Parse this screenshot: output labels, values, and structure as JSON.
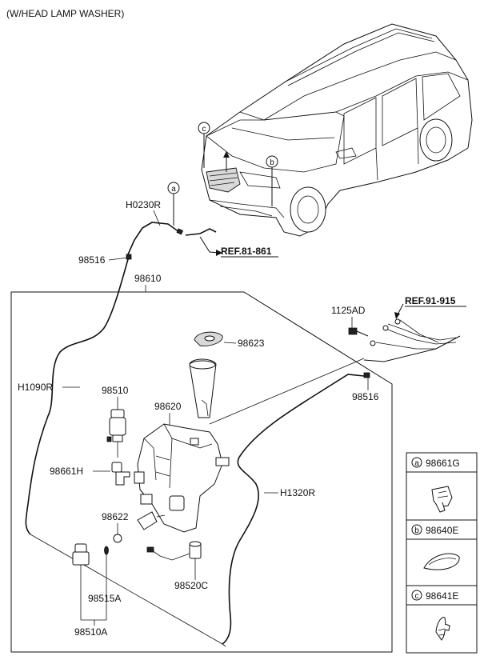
{
  "header": {
    "title": "(W/HEAD LAMP WASHER)"
  },
  "labels": {
    "h0230r": "H0230R",
    "p98516_top": "98516",
    "p98610": "98610",
    "ref_81_861": "REF.81-861",
    "ref_91_915": "REF.91-915",
    "p1125ad": "1125AD",
    "p98623": "98623",
    "h1090r": "H1090R",
    "p98510": "98510",
    "p98620": "98620",
    "p98516_right": "98516",
    "p98661h": "98661H",
    "h1320r": "H1320R",
    "p98622": "98622",
    "p98520c": "98520C",
    "p98515a": "98515A",
    "p98510a": "98510A"
  },
  "callouts": {
    "a": "a",
    "b": "b",
    "c": "c"
  },
  "legend": [
    {
      "letter": "a",
      "part": "98661G"
    },
    {
      "letter": "b",
      "part": "98640E"
    },
    {
      "letter": "c",
      "part": "98641E"
    }
  ]
}
